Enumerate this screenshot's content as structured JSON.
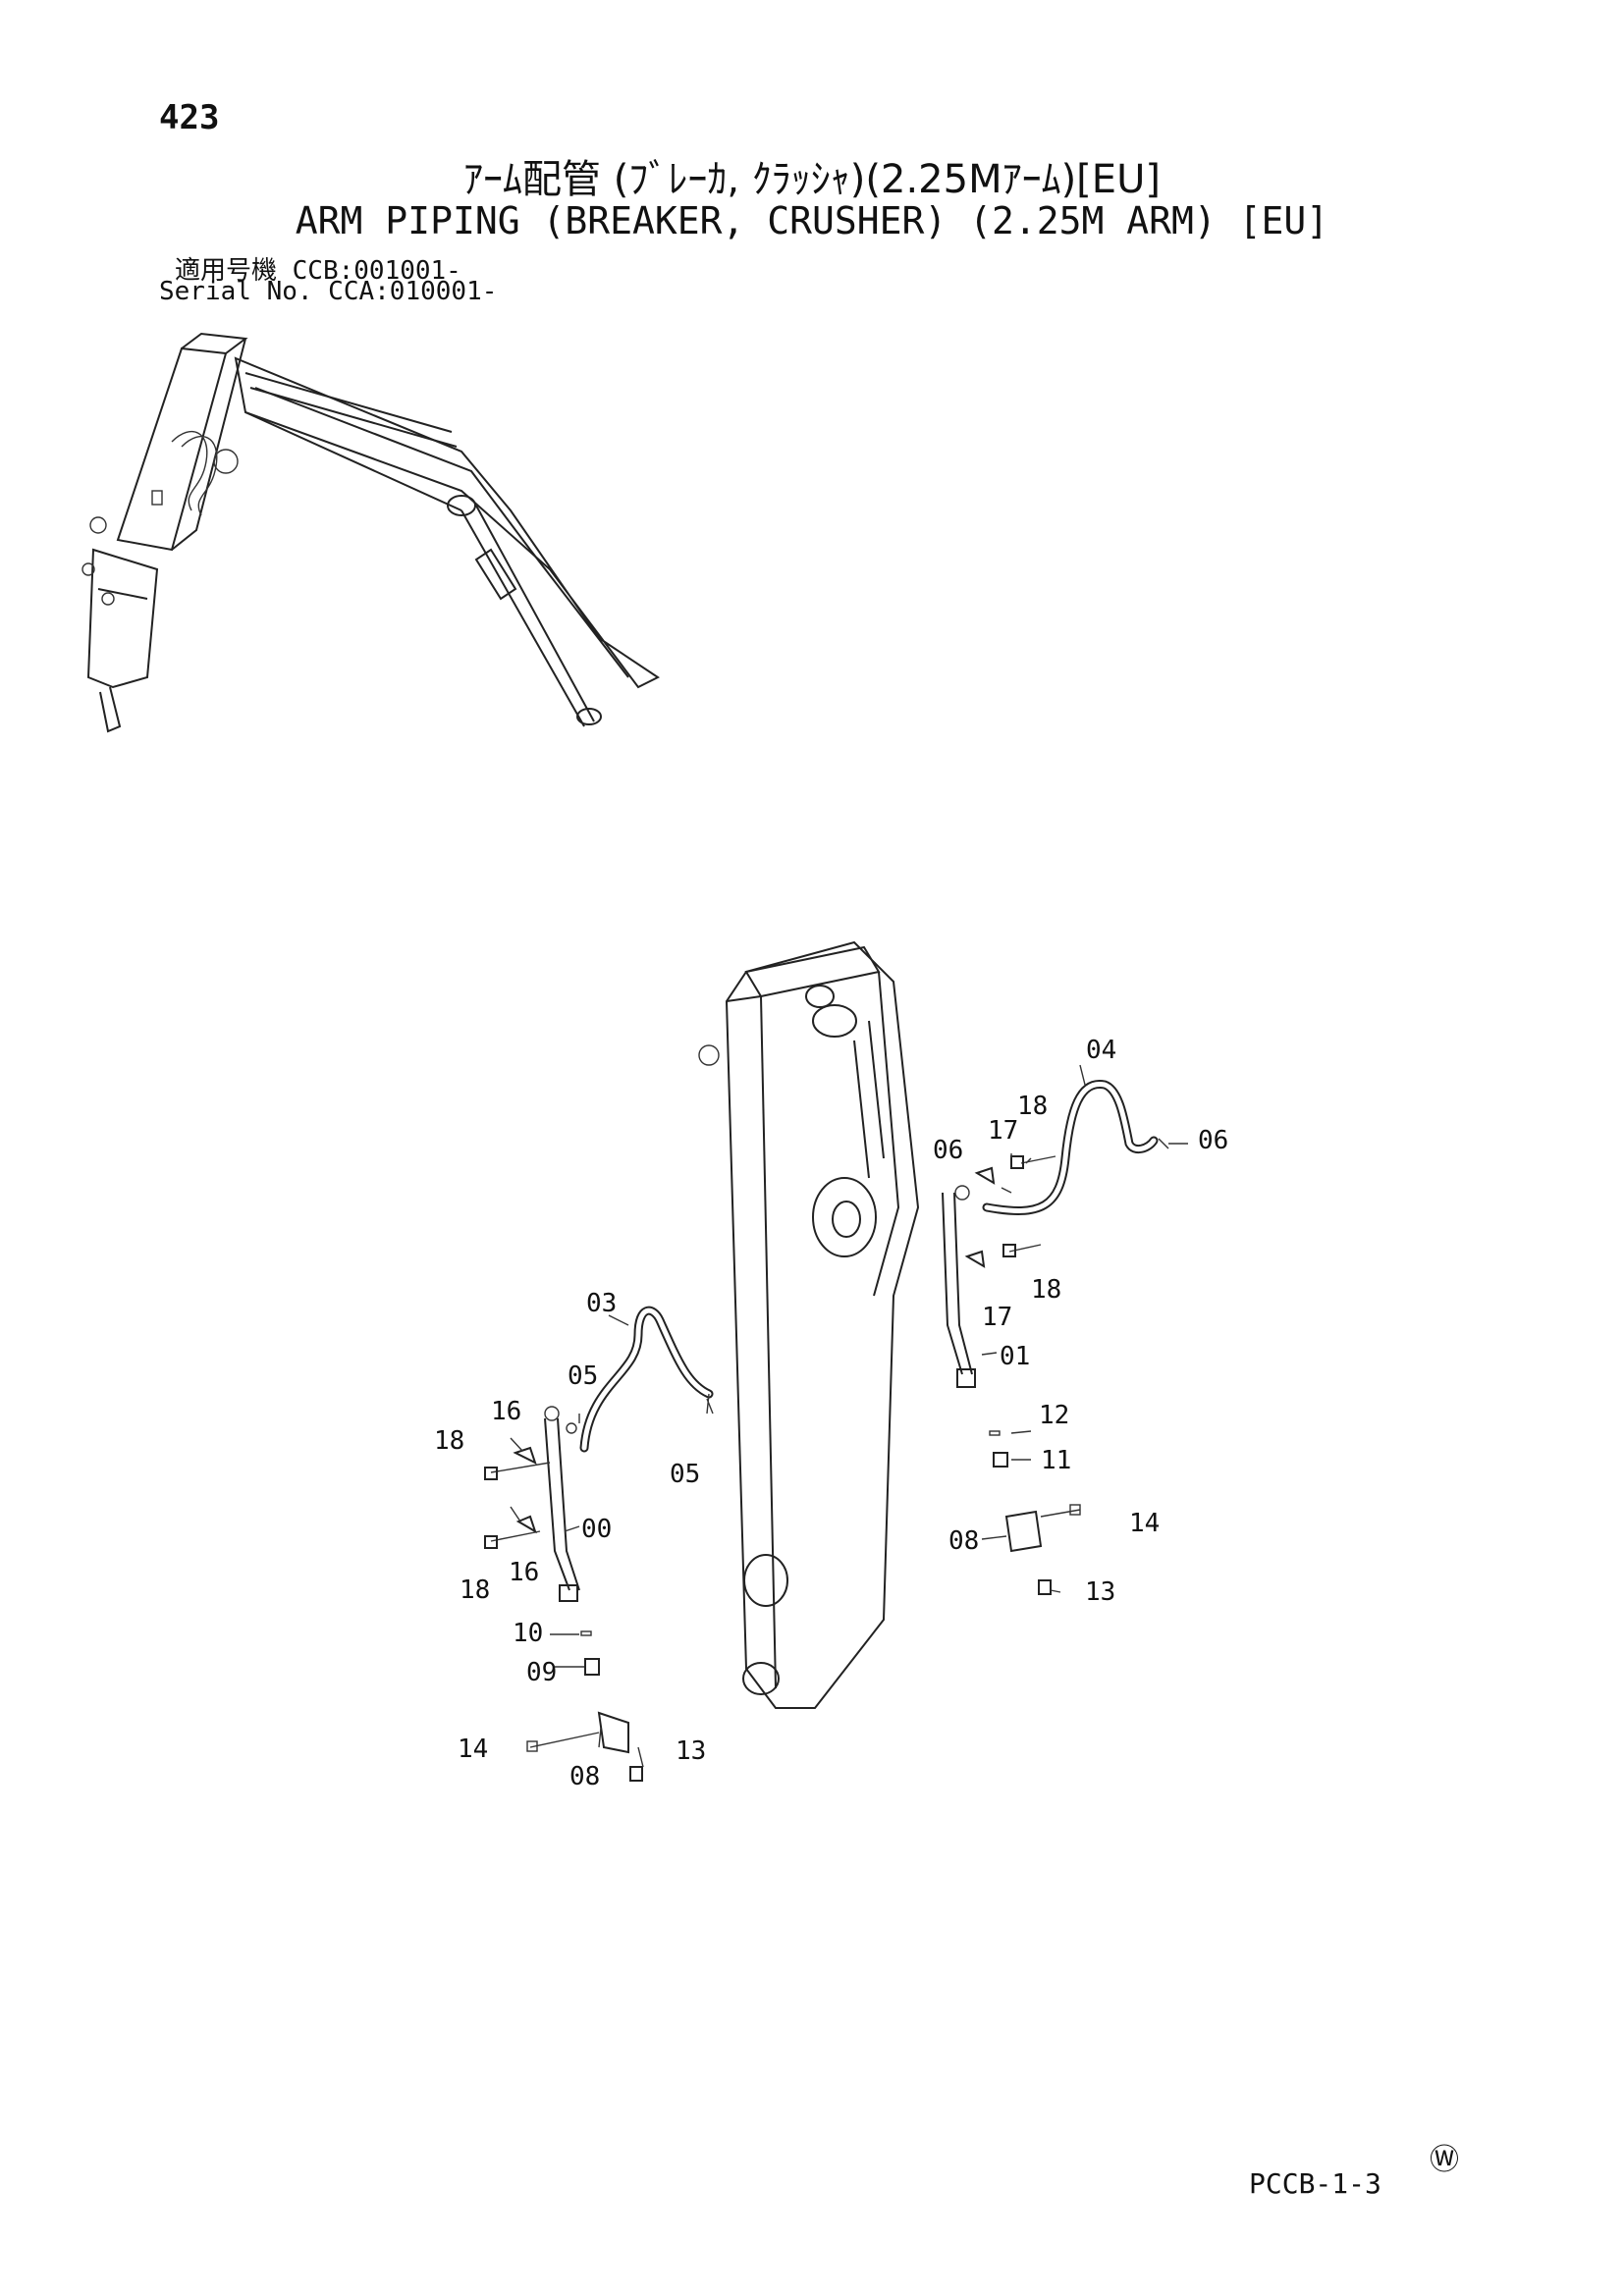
{
  "page_number": "423",
  "title_jp": "ｱｰﾑ配管 (ﾌﾞﾚｰｶ, ｸﾗｯｼｬ)(2.25Mｱｰﾑ)[EU]",
  "title_en": "ARM PIPING (BREAKER, CRUSHER) (2.25M ARM) [EU]",
  "serial": {
    "jp_line": "適用号機  CCB:001001-",
    "en_line": "Serial No. CCA:010001-"
  },
  "callouts": {
    "c00": "00",
    "c01": "01",
    "c03": "03",
    "c04": "04",
    "c05a": "05",
    "c05b": "05",
    "c06a": "06",
    "c06b": "06",
    "c08a": "08",
    "c08b": "08",
    "c09": "09",
    "c10": "10",
    "c11": "11",
    "c12": "12",
    "c13a": "13",
    "c13b": "13",
    "c14a": "14",
    "c14b": "14",
    "c16a": "16",
    "c16b": "16",
    "c17a": "17",
    "c17b": "17",
    "c18a": "18",
    "c18b": "18",
    "c18c": "18",
    "c18d": "18"
  },
  "logo_mark": "Ⓦ",
  "page_code": "PCCB-1-3"
}
